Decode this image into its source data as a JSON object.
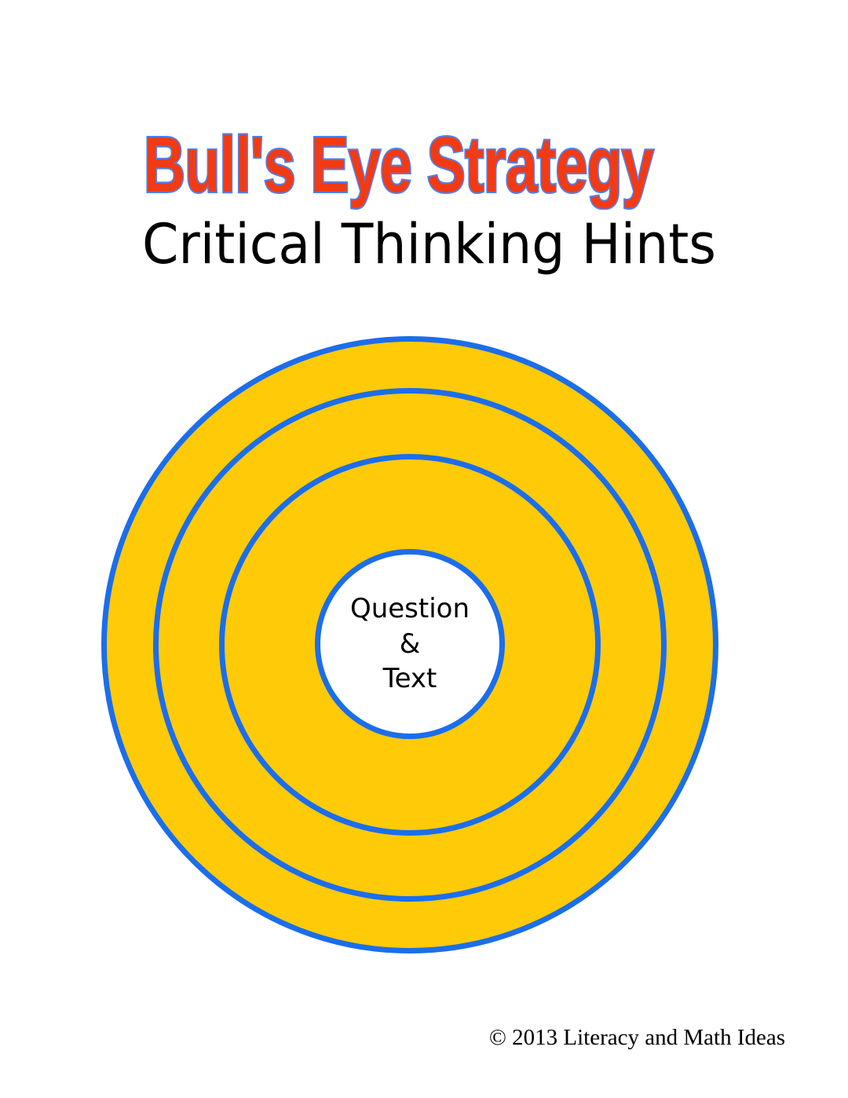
{
  "page": {
    "title": "Bull's Eye Strategy",
    "subtitle": "Critical Thinking Hints",
    "footer_copyright": "© 2013 Literacy and Math Ideas"
  },
  "diagram": {
    "type": "bullseye-target",
    "ring_count": 4,
    "rings": [
      {
        "name": "outer-ring",
        "fill": "yellow",
        "label": ""
      },
      {
        "name": "second-ring",
        "fill": "yellow",
        "label": ""
      },
      {
        "name": "third-ring",
        "fill": "yellow",
        "label": ""
      },
      {
        "name": "center-circle",
        "fill": "white",
        "label": "Question & Text"
      }
    ],
    "center_label_lines": [
      "Question",
      "&",
      "Text"
    ]
  },
  "colors": {
    "title_fill": "#F23B14",
    "title_outline": "#4D82F2",
    "ring_fill": "#FFCA08",
    "ring_border": "#1B6EEB",
    "center_fill": "#FFFFFF",
    "text_color": "#000000"
  }
}
